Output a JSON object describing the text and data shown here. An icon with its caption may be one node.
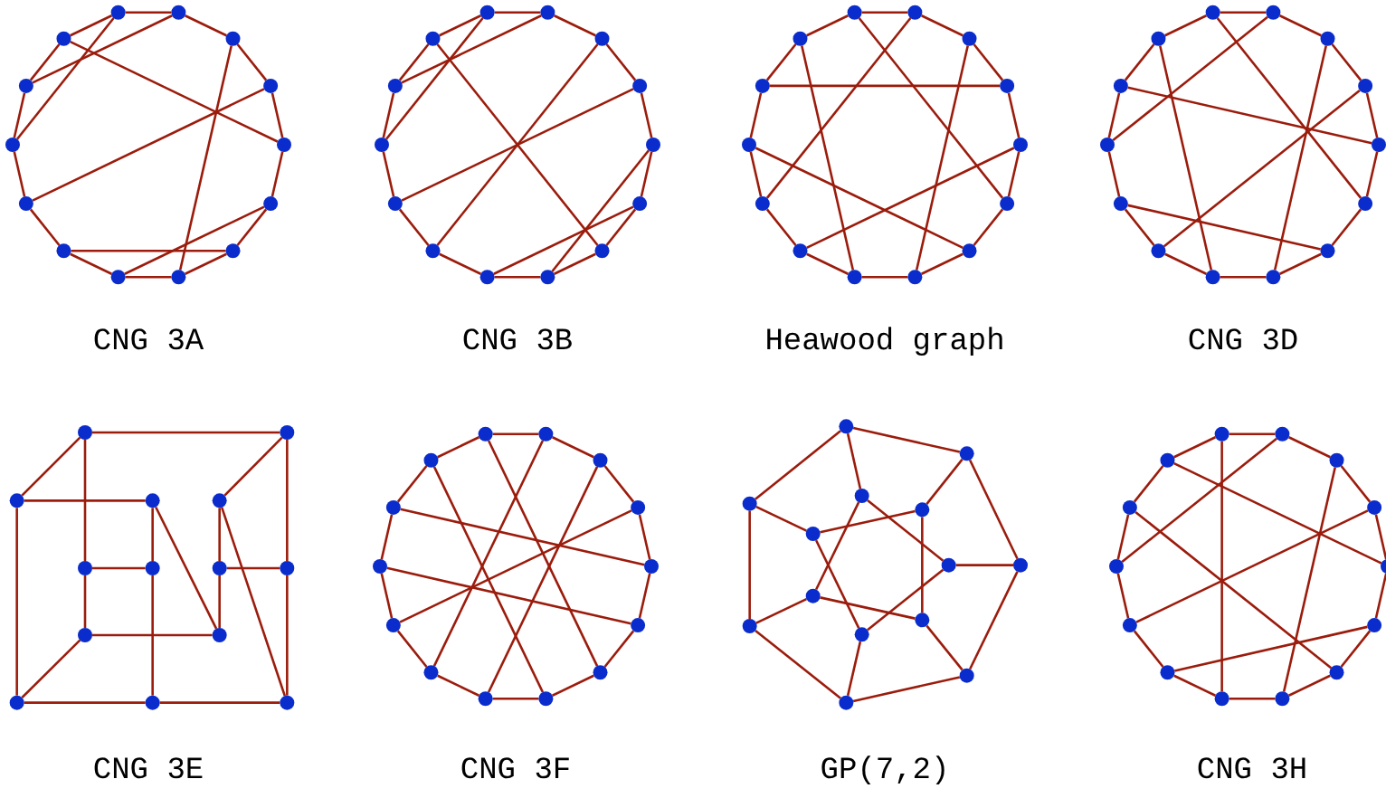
{
  "diagram": {
    "nodes": [
      {
        "text": [],
        "shape": "circle"
      },
      {
        "text": [],
        "shape": "circle"
      },
      {
        "text": [],
        "shape": "circle"
      },
      {
        "text": [],
        "shape": "circle"
      },
      {
        "text": [],
        "shape": "circle"
      },
      {
        "text": [],
        "shape": "circle"
      },
      {
        "text": [],
        "shape": "circle"
      },
      {
        "text": [],
        "shape": "circle"
      },
      {
        "text": [],
        "shape": "circle"
      },
      {
        "text": [],
        "shape": "circle"
      },
      {
        "text": [],
        "shape": "circle"
      },
      {
        "text": [],
        "shape": "circle"
      },
      {
        "text": [],
        "shape": "circle"
      },
      {
        "text": [],
        "shape": "circle"
      },
      {
        "text": [],
        "shape": "circle"
      },
      {
        "text": [],
        "shape": "circle"
      },
      {
        "text": [],
        "shape": "circle"
      },
      {
        "text": [],
        "shape": "circle"
      },
      {
        "text": [],
        "shape": "circle"
      },
      {
        "text": [],
        "shape": "circle"
      },
      {
        "text": [],
        "shape": "circle"
      },
      {
        "text": [],
        "shape": "circle"
      },
      {
        "text": [],
        "shape": "circle"
      },
      {
        "text": [],
        "shape": "circle"
      },
      {
        "text": [],
        "shape": "circle"
      },
      {
        "text": [],
        "shape": "circle"
      },
      {
        "text": [],
        "shape": "circle"
      },
      {
        "text": [],
        "shape": "circle"
      },
      {
        "text": [],
        "shape": "circle"
      },
      {
        "text": [],
        "shape": "circle"
      },
      {
        "text": [],
        "shape": "circle"
      },
      {
        "text": [],
        "shape": "circle"
      },
      {
        "text": [],
        "shape": "circle"
      },
      {
        "text": [],
        "shape": "circle"
      },
      {
        "text": [],
        "shape": "circle"
      },
      {
        "text": [],
        "shape": "circle"
      },
      {
        "text": [],
        "shape": "circle"
      },
      {
        "text": [],
        "shape": "circle"
      },
      {
        "text": [],
        "shape": "circle"
      },
      {
        "text": [],
        "shape": "circle"
      },
      {
        "text": [],
        "shape": "circle"
      },
      {
        "text": [],
        "shape": "circle"
      },
      {
        "text": [],
        "shape": "circle"
      },
      {
        "text": [],
        "shape": "circle"
      },
      {
        "text": [],
        "shape": "circle"
      },
      {
        "text": [],
        "shape": "circle"
      },
      {
        "text": [],
        "shape": "circle"
      },
      {
        "text": [],
        "shape": "circle"
      },
      {
        "text": [],
        "shape": "circle"
      },
      {
        "text": [],
        "shape": "circle"
      },
      {
        "text": [],
        "shape": "circle"
      },
      {
        "text": [],
        "shape": "circle"
      },
      {
        "text": [],
        "shape": "circle"
      },
      {
        "text": [],
        "shape": "circle"
      },
      {
        "text": [],
        "shape": "circle"
      },
      {
        "text": [],
        "shape": "circle"
      },
      {
        "text": [],
        "shape": "circle"
      },
      {
        "text": [],
        "shape": "circle"
      },
      {
        "text": [],
        "shape": "circle"
      },
      {
        "text": [],
        "shape": "circle"
      },
      {
        "text": [],
        "shape": "circle"
      },
      {
        "text": [],
        "shape": "circle"
      },
      {
        "text": [],
        "shape": "circle"
      },
      {
        "text": [],
        "shape": "circle"
      },
      {
        "text": [],
        "shape": "circle"
      },
      {
        "text": [],
        "shape": "circle"
      },
      {
        "text": [],
        "shape": "circle"
      },
      {
        "text": [],
        "shape": "circle"
      },
      {
        "text": [],
        "shape": "circle"
      },
      {
        "text": [],
        "shape": "circle"
      },
      {
        "text": [],
        "shape": "circle"
      },
      {
        "text": [],
        "shape": "circle"
      },
      {
        "text": [],
        "shape": "circle"
      },
      {
        "text": [],
        "shape": "circle"
      },
      {
        "text": [],
        "shape": "circle"
      },
      {
        "text": [],
        "shape": "circle"
      },
      {
        "text": [],
        "shape": "circle"
      },
      {
        "text": [],
        "shape": "circle"
      },
      {
        "text": [],
        "shape": "circle"
      },
      {
        "text": [],
        "shape": "circle"
      },
      {
        "text": [],
        "shape": "circle"
      },
      {
        "text": [],
        "shape": "circle"
      },
      {
        "text": [],
        "shape": "circle"
      },
      {
        "text": [],
        "shape": "circle"
      },
      {
        "text": [],
        "shape": "circle"
      },
      {
        "text": [],
        "shape": "circle"
      },
      {
        "text": [],
        "shape": "circle"
      },
      {
        "text": [],
        "shape": "circle"
      },
      {
        "text": [],
        "shape": "circle"
      },
      {
        "text": [],
        "shape": "circle"
      },
      {
        "text": [],
        "shape": "circle"
      },
      {
        "text": [],
        "shape": "circle"
      },
      {
        "text": [],
        "shape": "circle"
      },
      {
        "text": [],
        "shape": "circle"
      },
      {
        "text": [],
        "shape": "circle"
      },
      {
        "text": [],
        "shape": "circle"
      },
      {
        "text": [],
        "shape": "circle"
      },
      {
        "text": [],
        "shape": "circle"
      },
      {
        "text": [],
        "shape": "circle"
      },
      {
        "text": [],
        "shape": "circle"
      },
      {
        "text": [],
        "shape": "circle"
      },
      {
        "text": [],
        "shape": "circle"
      },
      {
        "text": [],
        "shape": "circle"
      },
      {
        "text": [],
        "shape": "circle"
      },
      {
        "text": [],
        "shape": "circle"
      },
      {
        "text": [],
        "shape": "circle"
      },
      {
        "text": [],
        "shape": "circle"
      },
      {
        "text": [],
        "shape": "circle"
      },
      {
        "text": [],
        "shape": "circle"
      },
      {
        "text": [],
        "shape": "circle"
      },
      {
        "text": [],
        "shape": "circle"
      },
      {
        "text": [],
        "shape": "circle"
      }
    ],
    "edges": [
      {
        "from": 0,
        "to": 1,
        "arrow": "none"
      },
      {
        "from": 1,
        "to": 2,
        "arrow": "none"
      },
      {
        "from": 2,
        "to": 3,
        "arrow": "none"
      },
      {
        "from": 3,
        "to": 4,
        "arrow": "none"
      },
      {
        "from": 4,
        "to": 5,
        "arrow": "none"
      },
      {
        "from": 5,
        "to": 6,
        "arrow": "none"
      },
      {
        "from": 6,
        "to": 7,
        "arrow": "none"
      },
      {
        "from": 7,
        "to": 8,
        "arrow": "none"
      },
      {
        "from": 8,
        "to": 9,
        "arrow": "none"
      },
      {
        "from": 9,
        "to": 10,
        "arrow": "none"
      },
      {
        "from": 10,
        "to": 11,
        "arrow": "none"
      },
      {
        "from": 11,
        "to": 12,
        "arrow": "none"
      },
      {
        "from": 12,
        "to": 13,
        "arrow": "none"
      },
      {
        "from": 13,
        "to": 0,
        "arrow": "none"
      },
      {
        "from": 0,
        "to": 11,
        "arrow": "none"
      },
      {
        "from": 1,
        "to": 12,
        "arrow": "none"
      },
      {
        "from": 13,
        "to": 4,
        "arrow": "none"
      },
      {
        "from": 2,
        "to": 7,
        "arrow": "none"
      },
      {
        "from": 3,
        "to": 10,
        "arrow": "none"
      },
      {
        "from": 9,
        "to": 6,
        "arrow": "none"
      },
      {
        "from": 5,
        "to": 8,
        "arrow": "none"
      },
      {
        "from": 14,
        "to": 15,
        "arrow": "none"
      },
      {
        "from": 15,
        "to": 16,
        "arrow": "none"
      },
      {
        "from": 16,
        "to": 17,
        "arrow": "none"
      },
      {
        "from": 17,
        "to": 18,
        "arrow": "none"
      },
      {
        "from": 18,
        "to": 19,
        "arrow": "none"
      },
      {
        "from": 19,
        "to": 20,
        "arrow": "none"
      },
      {
        "from": 20,
        "to": 21,
        "arrow": "none"
      },
      {
        "from": 21,
        "to": 22,
        "arrow": "none"
      },
      {
        "from": 22,
        "to": 23,
        "arrow": "none"
      },
      {
        "from": 23,
        "to": 24,
        "arrow": "none"
      },
      {
        "from": 24,
        "to": 25,
        "arrow": "none"
      },
      {
        "from": 25,
        "to": 26,
        "arrow": "none"
      },
      {
        "from": 26,
        "to": 27,
        "arrow": "none"
      },
      {
        "from": 27,
        "to": 14,
        "arrow": "none"
      },
      {
        "from": 14,
        "to": 25,
        "arrow": "none"
      },
      {
        "from": 15,
        "to": 26,
        "arrow": "none"
      },
      {
        "from": 27,
        "to": 20,
        "arrow": "none"
      },
      {
        "from": 16,
        "to": 23,
        "arrow": "none"
      },
      {
        "from": 17,
        "to": 24,
        "arrow": "none"
      },
      {
        "from": 18,
        "to": 21,
        "arrow": "none"
      },
      {
        "from": 19,
        "to": 22,
        "arrow": "none"
      },
      {
        "from": 28,
        "to": 29,
        "arrow": "none"
      },
      {
        "from": 29,
        "to": 30,
        "arrow": "none"
      },
      {
        "from": 30,
        "to": 31,
        "arrow": "none"
      },
      {
        "from": 31,
        "to": 32,
        "arrow": "none"
      },
      {
        "from": 32,
        "to": 33,
        "arrow": "none"
      },
      {
        "from": 33,
        "to": 34,
        "arrow": "none"
      },
      {
        "from": 34,
        "to": 35,
        "arrow": "none"
      },
      {
        "from": 35,
        "to": 36,
        "arrow": "none"
      },
      {
        "from": 36,
        "to": 37,
        "arrow": "none"
      },
      {
        "from": 37,
        "to": 38,
        "arrow": "none"
      },
      {
        "from": 38,
        "to": 39,
        "arrow": "none"
      },
      {
        "from": 39,
        "to": 40,
        "arrow": "none"
      },
      {
        "from": 40,
        "to": 41,
        "arrow": "none"
      },
      {
        "from": 41,
        "to": 28,
        "arrow": "none"
      },
      {
        "from": 28,
        "to": 33,
        "arrow": "none"
      },
      {
        "from": 29,
        "to": 38,
        "arrow": "none"
      },
      {
        "from": 30,
        "to": 35,
        "arrow": "none"
      },
      {
        "from": 40,
        "to": 31,
        "arrow": "none"
      },
      {
        "from": 41,
        "to": 36,
        "arrow": "none"
      },
      {
        "from": 39,
        "to": 34,
        "arrow": "none"
      },
      {
        "from": 32,
        "to": 37,
        "arrow": "none"
      },
      {
        "from": 42,
        "to": 43,
        "arrow": "none"
      },
      {
        "from": 43,
        "to": 44,
        "arrow": "none"
      },
      {
        "from": 44,
        "to": 45,
        "arrow": "none"
      },
      {
        "from": 45,
        "to": 46,
        "arrow": "none"
      },
      {
        "from": 46,
        "to": 47,
        "arrow": "none"
      },
      {
        "from": 47,
        "to": 48,
        "arrow": "none"
      },
      {
        "from": 48,
        "to": 49,
        "arrow": "none"
      },
      {
        "from": 49,
        "to": 50,
        "arrow": "none"
      },
      {
        "from": 50,
        "to": 51,
        "arrow": "none"
      },
      {
        "from": 51,
        "to": 52,
        "arrow": "none"
      },
      {
        "from": 52,
        "to": 53,
        "arrow": "none"
      },
      {
        "from": 53,
        "to": 54,
        "arrow": "none"
      },
      {
        "from": 54,
        "to": 55,
        "arrow": "none"
      },
      {
        "from": 55,
        "to": 42,
        "arrow": "none"
      },
      {
        "from": 42,
        "to": 47,
        "arrow": "none"
      },
      {
        "from": 43,
        "to": 53,
        "arrow": "none"
      },
      {
        "from": 55,
        "to": 50,
        "arrow": "none"
      },
      {
        "from": 44,
        "to": 49,
        "arrow": "none"
      },
      {
        "from": 54,
        "to": 46,
        "arrow": "none"
      },
      {
        "from": 45,
        "to": 51,
        "arrow": "none"
      },
      {
        "from": 52,
        "to": 48,
        "arrow": "none"
      },
      {
        "from": 56,
        "to": 57,
        "arrow": "none"
      },
      {
        "from": 56,
        "to": 58,
        "arrow": "none"
      },
      {
        "from": 56,
        "to": 61,
        "arrow": "none"
      },
      {
        "from": 57,
        "to": 60,
        "arrow": "none"
      },
      {
        "from": 57,
        "to": 64,
        "arrow": "none"
      },
      {
        "from": 58,
        "to": 59,
        "arrow": "none"
      },
      {
        "from": 58,
        "to": 67,
        "arrow": "none"
      },
      {
        "from": 59,
        "to": 62,
        "arrow": "none"
      },
      {
        "from": 59,
        "to": 66,
        "arrow": "none"
      },
      {
        "from": 61,
        "to": 62,
        "arrow": "none"
      },
      {
        "from": 61,
        "to": 65,
        "arrow": "none"
      },
      {
        "from": 62,
        "to": 68,
        "arrow": "none"
      },
      {
        "from": 65,
        "to": 66,
        "arrow": "none"
      },
      {
        "from": 65,
        "to": 67,
        "arrow": "none"
      },
      {
        "from": 66,
        "to": 63,
        "arrow": "none"
      },
      {
        "from": 63,
        "to": 60,
        "arrow": "none"
      },
      {
        "from": 63,
        "to": 64,
        "arrow": "none"
      },
      {
        "from": 60,
        "to": 69,
        "arrow": "none"
      },
      {
        "from": 64,
        "to": 69,
        "arrow": "none"
      },
      {
        "from": 67,
        "to": 68,
        "arrow": "none"
      },
      {
        "from": 68,
        "to": 69,
        "arrow": "none"
      },
      {
        "from": 70,
        "to": 71,
        "arrow": "none"
      },
      {
        "from": 71,
        "to": 72,
        "arrow": "none"
      },
      {
        "from": 72,
        "to": 73,
        "arrow": "none"
      },
      {
        "from": 73,
        "to": 74,
        "arrow": "none"
      },
      {
        "from": 74,
        "to": 75,
        "arrow": "none"
      },
      {
        "from": 75,
        "to": 76,
        "arrow": "none"
      },
      {
        "from": 76,
        "to": 77,
        "arrow": "none"
      },
      {
        "from": 77,
        "to": 78,
        "arrow": "none"
      },
      {
        "from": 78,
        "to": 79,
        "arrow": "none"
      },
      {
        "from": 79,
        "to": 80,
        "arrow": "none"
      },
      {
        "from": 80,
        "to": 81,
        "arrow": "none"
      },
      {
        "from": 81,
        "to": 82,
        "arrow": "none"
      },
      {
        "from": 82,
        "to": 83,
        "arrow": "none"
      },
      {
        "from": 83,
        "to": 70,
        "arrow": "none"
      },
      {
        "from": 70,
        "to": 76,
        "arrow": "none"
      },
      {
        "from": 71,
        "to": 79,
        "arrow": "none"
      },
      {
        "from": 83,
        "to": 77,
        "arrow": "none"
      },
      {
        "from": 72,
        "to": 78,
        "arrow": "none"
      },
      {
        "from": 82,
        "to": 74,
        "arrow": "none"
      },
      {
        "from": 73,
        "to": 80,
        "arrow": "none"
      },
      {
        "from": 81,
        "to": 75,
        "arrow": "none"
      },
      {
        "from": 84,
        "to": 85,
        "arrow": "none"
      },
      {
        "from": 85,
        "to": 86,
        "arrow": "none"
      },
      {
        "from": 86,
        "to": 87,
        "arrow": "none"
      },
      {
        "from": 87,
        "to": 88,
        "arrow": "none"
      },
      {
        "from": 88,
        "to": 89,
        "arrow": "none"
      },
      {
        "from": 89,
        "to": 90,
        "arrow": "none"
      },
      {
        "from": 90,
        "to": 84,
        "arrow": "none"
      },
      {
        "from": 84,
        "to": 91,
        "arrow": "none"
      },
      {
        "from": 85,
        "to": 92,
        "arrow": "none"
      },
      {
        "from": 86,
        "to": 93,
        "arrow": "none"
      },
      {
        "from": 87,
        "to": 94,
        "arrow": "none"
      },
      {
        "from": 88,
        "to": 95,
        "arrow": "none"
      },
      {
        "from": 89,
        "to": 96,
        "arrow": "none"
      },
      {
        "from": 90,
        "to": 97,
        "arrow": "none"
      },
      {
        "from": 91,
        "to": 93,
        "arrow": "none"
      },
      {
        "from": 93,
        "to": 95,
        "arrow": "none"
      },
      {
        "from": 95,
        "to": 97,
        "arrow": "none"
      },
      {
        "from": 97,
        "to": 92,
        "arrow": "none"
      },
      {
        "from": 92,
        "to": 94,
        "arrow": "none"
      },
      {
        "from": 94,
        "to": 96,
        "arrow": "none"
      },
      {
        "from": 96,
        "to": 91,
        "arrow": "none"
      },
      {
        "from": 98,
        "to": 99,
        "arrow": "none"
      },
      {
        "from": 99,
        "to": 100,
        "arrow": "none"
      },
      {
        "from": 100,
        "to": 101,
        "arrow": "none"
      },
      {
        "from": 101,
        "to": 102,
        "arrow": "none"
      },
      {
        "from": 102,
        "to": 103,
        "arrow": "none"
      },
      {
        "from": 103,
        "to": 104,
        "arrow": "none"
      },
      {
        "from": 104,
        "to": 105,
        "arrow": "none"
      },
      {
        "from": 105,
        "to": 106,
        "arrow": "none"
      },
      {
        "from": 106,
        "to": 107,
        "arrow": "none"
      },
      {
        "from": 107,
        "to": 108,
        "arrow": "none"
      },
      {
        "from": 108,
        "to": 109,
        "arrow": "none"
      },
      {
        "from": 109,
        "to": 110,
        "arrow": "none"
      },
      {
        "from": 110,
        "to": 111,
        "arrow": "none"
      },
      {
        "from": 111,
        "to": 98,
        "arrow": "none"
      },
      {
        "from": 98,
        "to": 106,
        "arrow": "none"
      },
      {
        "from": 99,
        "to": 109,
        "arrow": "none"
      },
      {
        "from": 111,
        "to": 102,
        "arrow": "none"
      },
      {
        "from": 100,
        "to": 105,
        "arrow": "none"
      },
      {
        "from": 110,
        "to": 104,
        "arrow": "none"
      },
      {
        "from": 101,
        "to": 108,
        "arrow": "none"
      },
      {
        "from": 107,
        "to": 103,
        "arrow": "none"
      }
    ],
    "labels": [
      "CNG 3A",
      "CNG 3B",
      "Heawood graph",
      "CNG 3D",
      "CNG 3E",
      "CNG 3F",
      "GP(7,2)",
      "CNG 3H"
    ]
  }
}
